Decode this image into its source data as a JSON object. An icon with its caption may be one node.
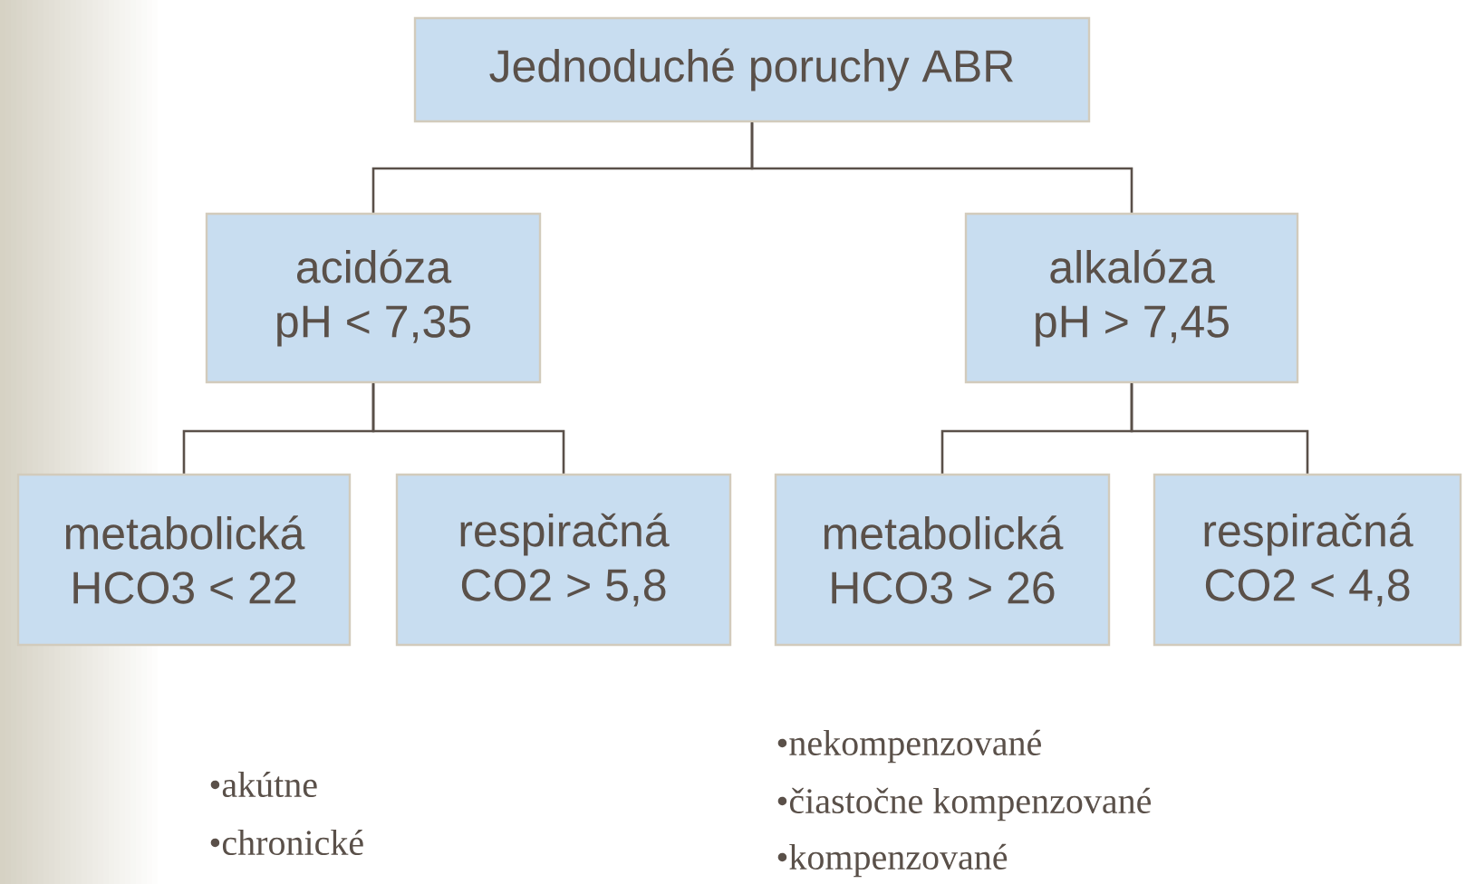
{
  "diagram": {
    "nodes": [
      {
        "text": [
          "Jednoduché poruchy ABR"
        ]
      },
      {
        "text": [
          "acidóza",
          "pH < 7,35"
        ]
      },
      {
        "text": [
          "alkalóza",
          "pH > 7,45"
        ]
      },
      {
        "text": [
          "metabolická",
          "HCO3 < 22"
        ]
      },
      {
        "text": [
          "respiračná",
          "CO2 > 5,8"
        ]
      },
      {
        "text": [
          "metabolická",
          "HCO3 > 26"
        ]
      },
      {
        "text": [
          "respiračná",
          "CO2 < 4,8"
        ]
      }
    ],
    "edges": [
      {
        "from": 0,
        "to": 1,
        "arrow": "none"
      },
      {
        "from": 0,
        "to": 2,
        "arrow": "none"
      },
      {
        "from": 1,
        "to": 3,
        "arrow": "none"
      },
      {
        "from": 1,
        "to": 4,
        "arrow": "none"
      },
      {
        "from": 2,
        "to": 5,
        "arrow": "none"
      },
      {
        "from": 2,
        "to": 6,
        "arrow": "none"
      }
    ],
    "labels": [
      "•akútne",
      "•chronické",
      "•nekompenzované",
      "•čiastočne kompenzované",
      "•kompenzované"
    ]
  }
}
